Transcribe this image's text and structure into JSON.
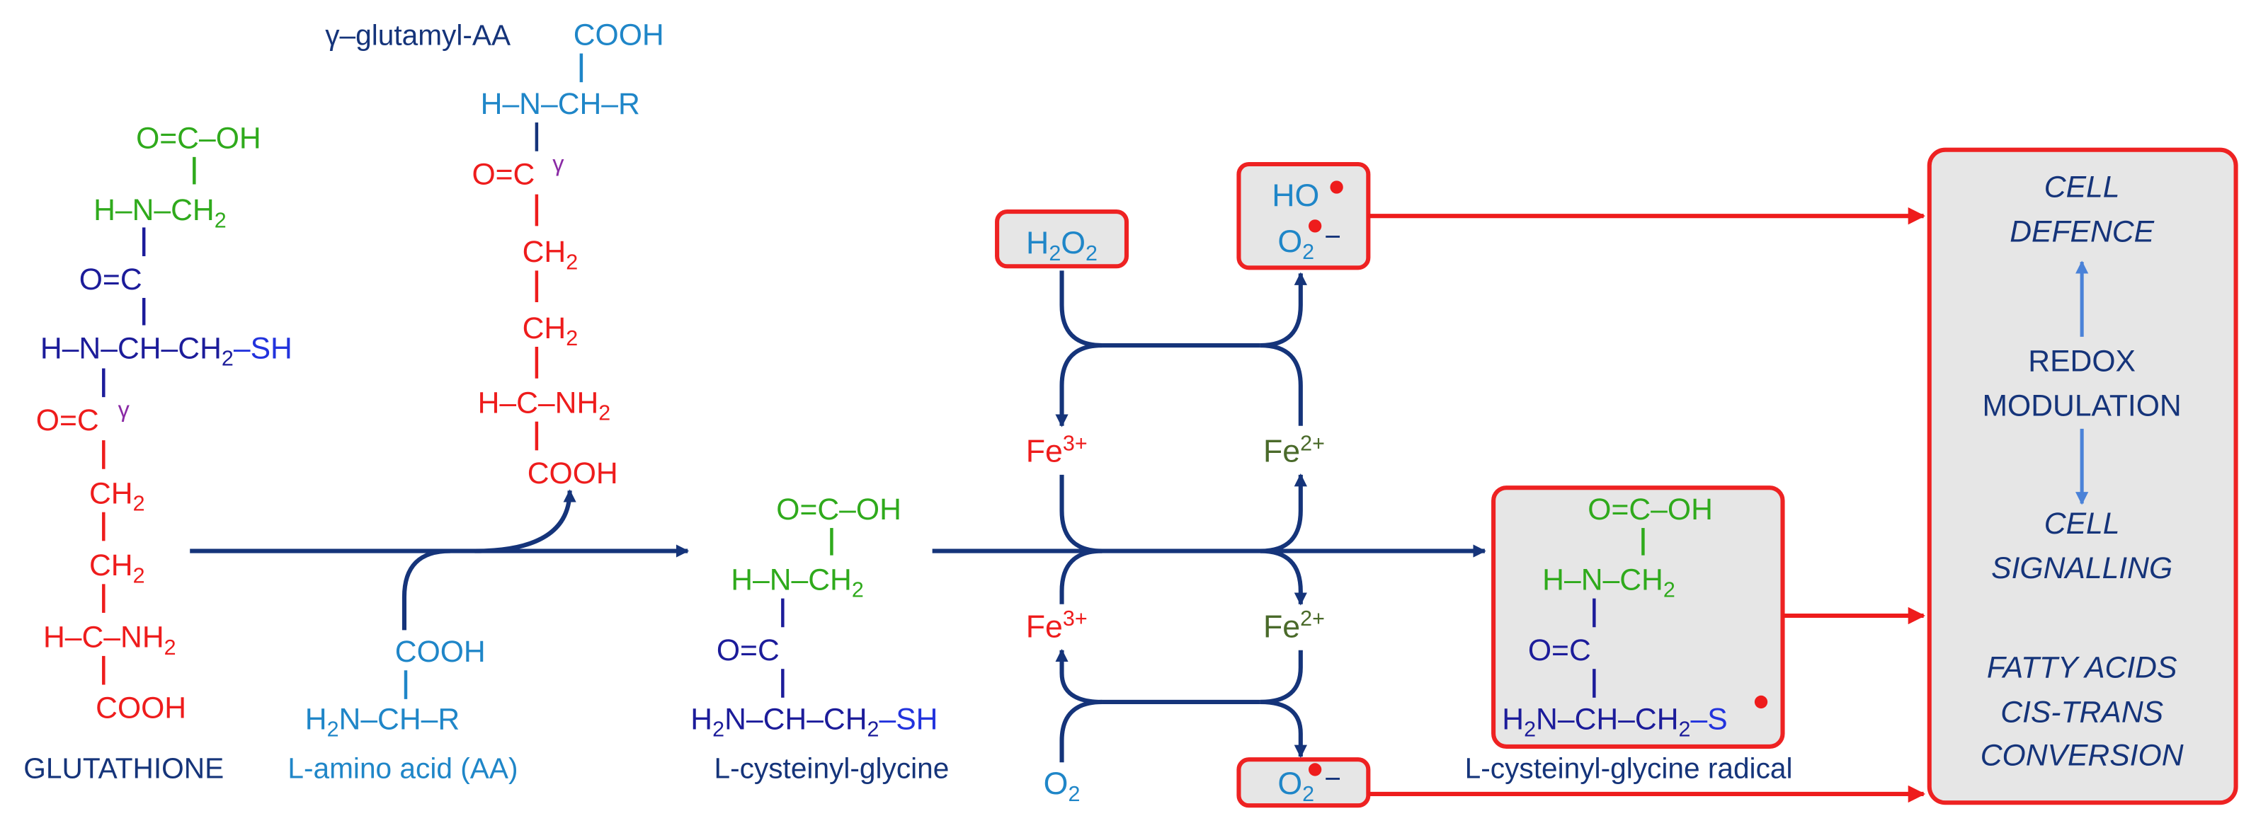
{
  "colors": {
    "navy": "#15347a",
    "dark_blue": "#1c1c9a",
    "light_blue": "#1f86c8",
    "green": "#2faa1c",
    "red": "#ee1c1c",
    "olive": "#4a6a2a",
    "purple": "#8a2aa5",
    "box_fill": "#e6e6e6",
    "box_stroke": "#ee2222",
    "arrow": "#15347a",
    "mini_arrow": "#4a82d8"
  },
  "glutathione": {
    "glycine": {
      "carboxyl": "O=C–OH",
      "amine": "H–N–CH",
      "sub2": "2"
    },
    "cysteine": {
      "carbonyl": "O=C",
      "backbone": "H–N–CH–CH",
      "sub2": "2",
      "thiol": "–SH"
    },
    "glutamate": {
      "carbonyl": "O=C",
      "gamma": "γ",
      "ch2_a": "CH",
      "ch2_a_sub": "2",
      "ch2_b": "CH",
      "ch2_b_sub": "2",
      "amine": "H–C–NH",
      "amine_sub": "2",
      "carboxyl": "COOH"
    },
    "label": "GLUTATHIONE"
  },
  "gamma_glutamyl_aa": {
    "label": "γ–glutamyl-AA",
    "aa_cooh": "COOH",
    "aa_chain": "H–N–CH–R",
    "carbonyl": "O=C",
    "gamma": "γ",
    "ch2_a": "CH",
    "ch2_a_sub": "2",
    "ch2_b": "CH",
    "ch2_b_sub": "2",
    "amine": "H–C–NH",
    "amine_sub": "2",
    "carboxyl": "COOH"
  },
  "amino_acid": {
    "cooh": "COOH",
    "chain_pre": "H",
    "chain_sub": "2",
    "chain_post": "N–CH–R",
    "label": "L-amino acid (AA)"
  },
  "cysteinyl_glycine": {
    "carboxyl": "O=C–OH",
    "amine": "H–N–CH",
    "amine_sub": "2",
    "carbonyl": "O=C",
    "chain_pre": "H",
    "chain_sub": "2",
    "chain_mid": "N–CH–CH",
    "chain_sub2": "2",
    "thiol": "–SH",
    "label": "L-cysteinyl-glycine"
  },
  "redox": {
    "h2o2": {
      "h": "H",
      "sub1": "2",
      "o": "O",
      "sub2": "2"
    },
    "fe3_top": {
      "base": "Fe",
      "sup": "3+"
    },
    "fe2_top": {
      "base": "Fe",
      "sup": "2+"
    },
    "fe3_bottom": {
      "base": "Fe",
      "sup": "3+"
    },
    "fe2_bottom": {
      "base": "Fe",
      "sup": "2+"
    },
    "o2": {
      "base": "O",
      "sub": "2"
    },
    "ho_radical": "HO",
    "superoxide_top": {
      "base": "O",
      "sub": "2",
      "charge": "−"
    },
    "superoxide_bottom": {
      "base": "O",
      "sub": "2",
      "charge": "−"
    }
  },
  "cysteinyl_glycine_radical": {
    "carboxyl": "O=C–OH",
    "amine": "H–N–CH",
    "amine_sub": "2",
    "carbonyl": "O=C",
    "chain_pre": "H",
    "chain_sub": "2",
    "chain_mid": "N–CH–CH",
    "chain_sub2": "2",
    "thiol": "–S",
    "label": "L-cysteinyl-glycine radical"
  },
  "effects": {
    "cell_defence_1": "CELL",
    "cell_defence_2": "DEFENCE",
    "redox_mod_1": "REDOX",
    "redox_mod_2": "MODULATION",
    "cell_signal_1": "CELL",
    "cell_signal_2": "SIGNALLING",
    "fatty_1": "FATTY ACIDS",
    "fatty_2": "CIS-TRANS",
    "fatty_3": "CONVERSION"
  }
}
